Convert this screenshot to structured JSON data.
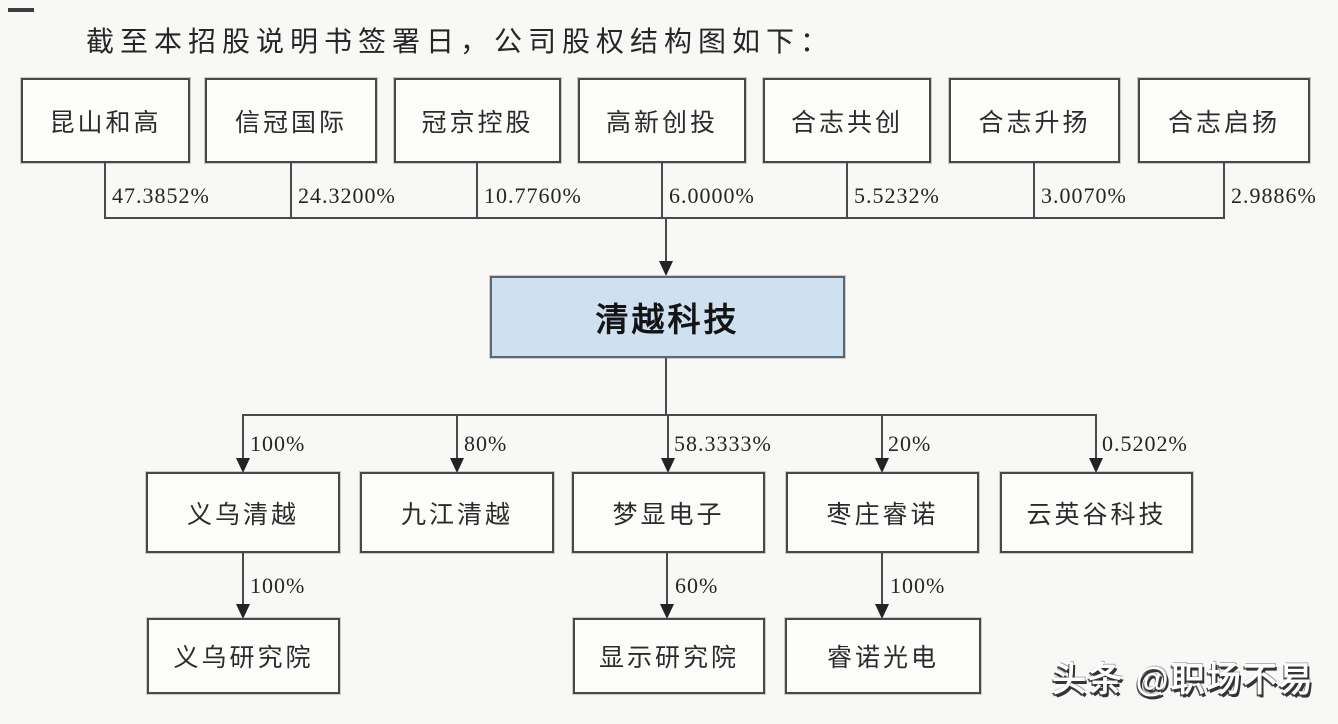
{
  "title": "截至本招股说明书签署日，公司股权结构图如下：",
  "company": {
    "name": "清越科技"
  },
  "shareholders": [
    {
      "name": "昆山和高",
      "pct": "47.3852%"
    },
    {
      "name": "信冠国际",
      "pct": "24.3200%"
    },
    {
      "name": "冠京控股",
      "pct": "10.7760%"
    },
    {
      "name": "高新创投",
      "pct": "6.0000%"
    },
    {
      "name": "合志共创",
      "pct": "5.5232%"
    },
    {
      "name": "合志升扬",
      "pct": "3.0070%"
    },
    {
      "name": "合志启扬",
      "pct": "2.9886%"
    }
  ],
  "subsidiaries": [
    {
      "name": "义乌清越",
      "pct": "100%",
      "child": {
        "name": "义乌研究院",
        "pct": "100%"
      }
    },
    {
      "name": "九江清越",
      "pct": "80%"
    },
    {
      "name": "梦显电子",
      "pct": "58.3333%",
      "child": {
        "name": "显示研究院",
        "pct": "60%"
      }
    },
    {
      "name": "枣庄睿诺",
      "pct": "20%",
      "child": {
        "name": "睿诺光电",
        "pct": "100%"
      }
    },
    {
      "name": "云英谷科技",
      "pct": "0.5202%"
    }
  ],
  "watermark": {
    "text": "头条 @职场不易"
  },
  "colors": {
    "background": "#f8f8f6",
    "box_fill": "#fcfcfa",
    "box_border": "#484848",
    "company_fill": "#cfe0f0",
    "line": "#4a4a4a",
    "text": "#2b2b2b",
    "watermark_text": "#ffffff"
  }
}
